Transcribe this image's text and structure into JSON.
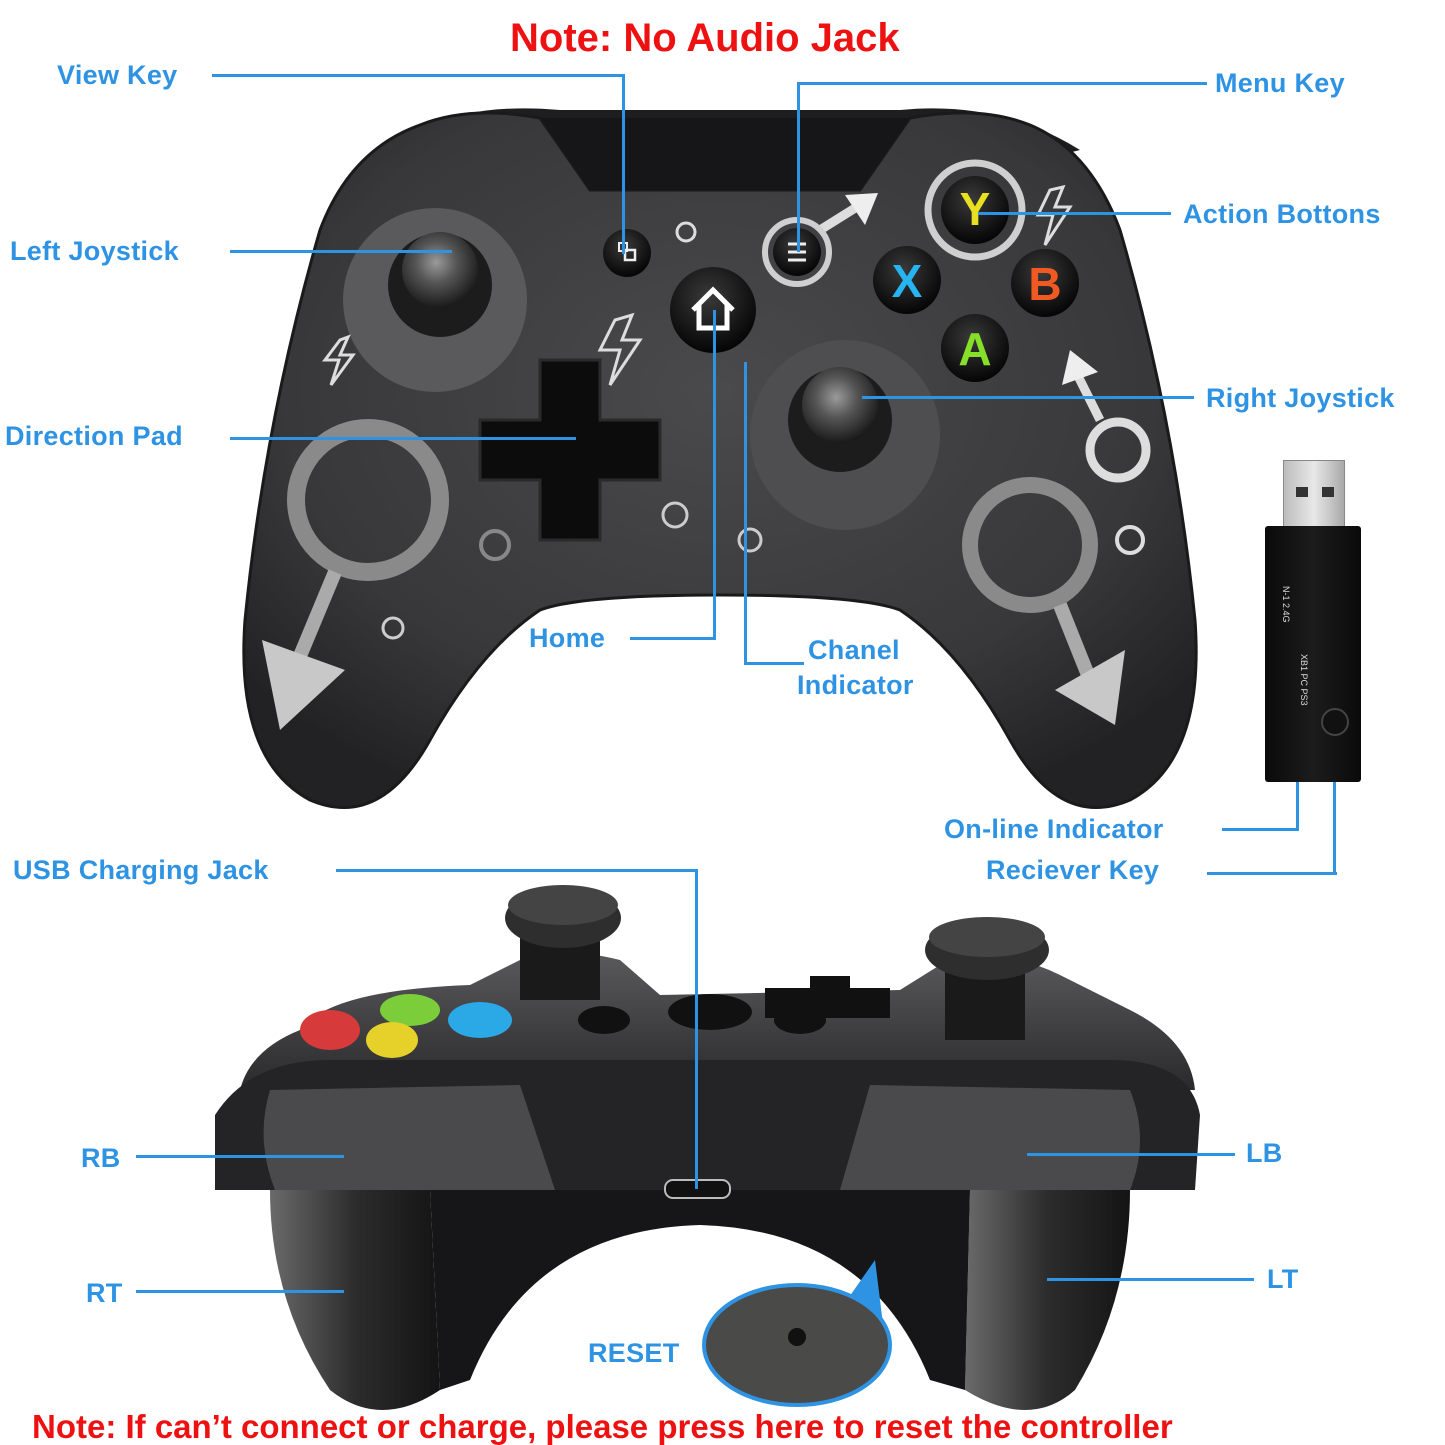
{
  "notes": {
    "top": "Note: No Audio Jack",
    "bottom": "Note: If can’t connect or charge, please press here to reset the controller"
  },
  "labels": {
    "view_key": "View Key",
    "menu_key": "Menu Key",
    "left_joystick": "Left Joystick",
    "action_buttons": "Action Bottons",
    "right_joystick": "Right Joystick",
    "direction_pad": "Direction Pad",
    "home": "Home",
    "channel_indicator_line1": "Chanel",
    "channel_indicator_line2": "Indicator",
    "online_indicator": "On-line Indicator",
    "receiver_key": "Reciever Key",
    "usb_charging_jack": "USB Charging Jack",
    "rb": "RB",
    "rt": "RT",
    "lb": "LB",
    "lt": "LT",
    "reset": "RESET"
  },
  "controller_buttons": {
    "y": "Y",
    "x": "X",
    "b": "B",
    "a": "A"
  },
  "button_colors": {
    "y": "#e8e020",
    "x": "#27b4f0",
    "b": "#f05a22",
    "a": "#86e02a"
  },
  "receiver": {
    "text_line1": "N-1 2.4G",
    "text_line2": "XB1 PC PS3"
  },
  "colors": {
    "label_blue": "#2f93e4",
    "note_red": "#ee1111",
    "controller_body": "#3c3c3e"
  }
}
